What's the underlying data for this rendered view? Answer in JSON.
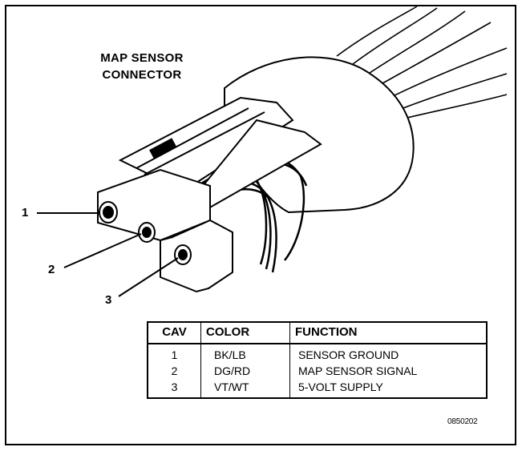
{
  "diagram": {
    "title_line1": "MAP SENSOR",
    "title_line2": "CONNECTOR",
    "pins": [
      {
        "label": "1"
      },
      {
        "label": "2"
      },
      {
        "label": "3"
      }
    ],
    "figure_code": "0850202"
  },
  "table": {
    "headers": [
      "CAV",
      "COLOR",
      "FUNCTION"
    ],
    "rows": [
      {
        "cav": "1",
        "color": "BK/LB",
        "function": "SENSOR GROUND"
      },
      {
        "cav": "2",
        "color": "DG/RD",
        "function": "MAP SENSOR SIGNAL"
      },
      {
        "cav": "3",
        "color": "VT/WT",
        "function": "5-VOLT SUPPLY"
      }
    ]
  }
}
